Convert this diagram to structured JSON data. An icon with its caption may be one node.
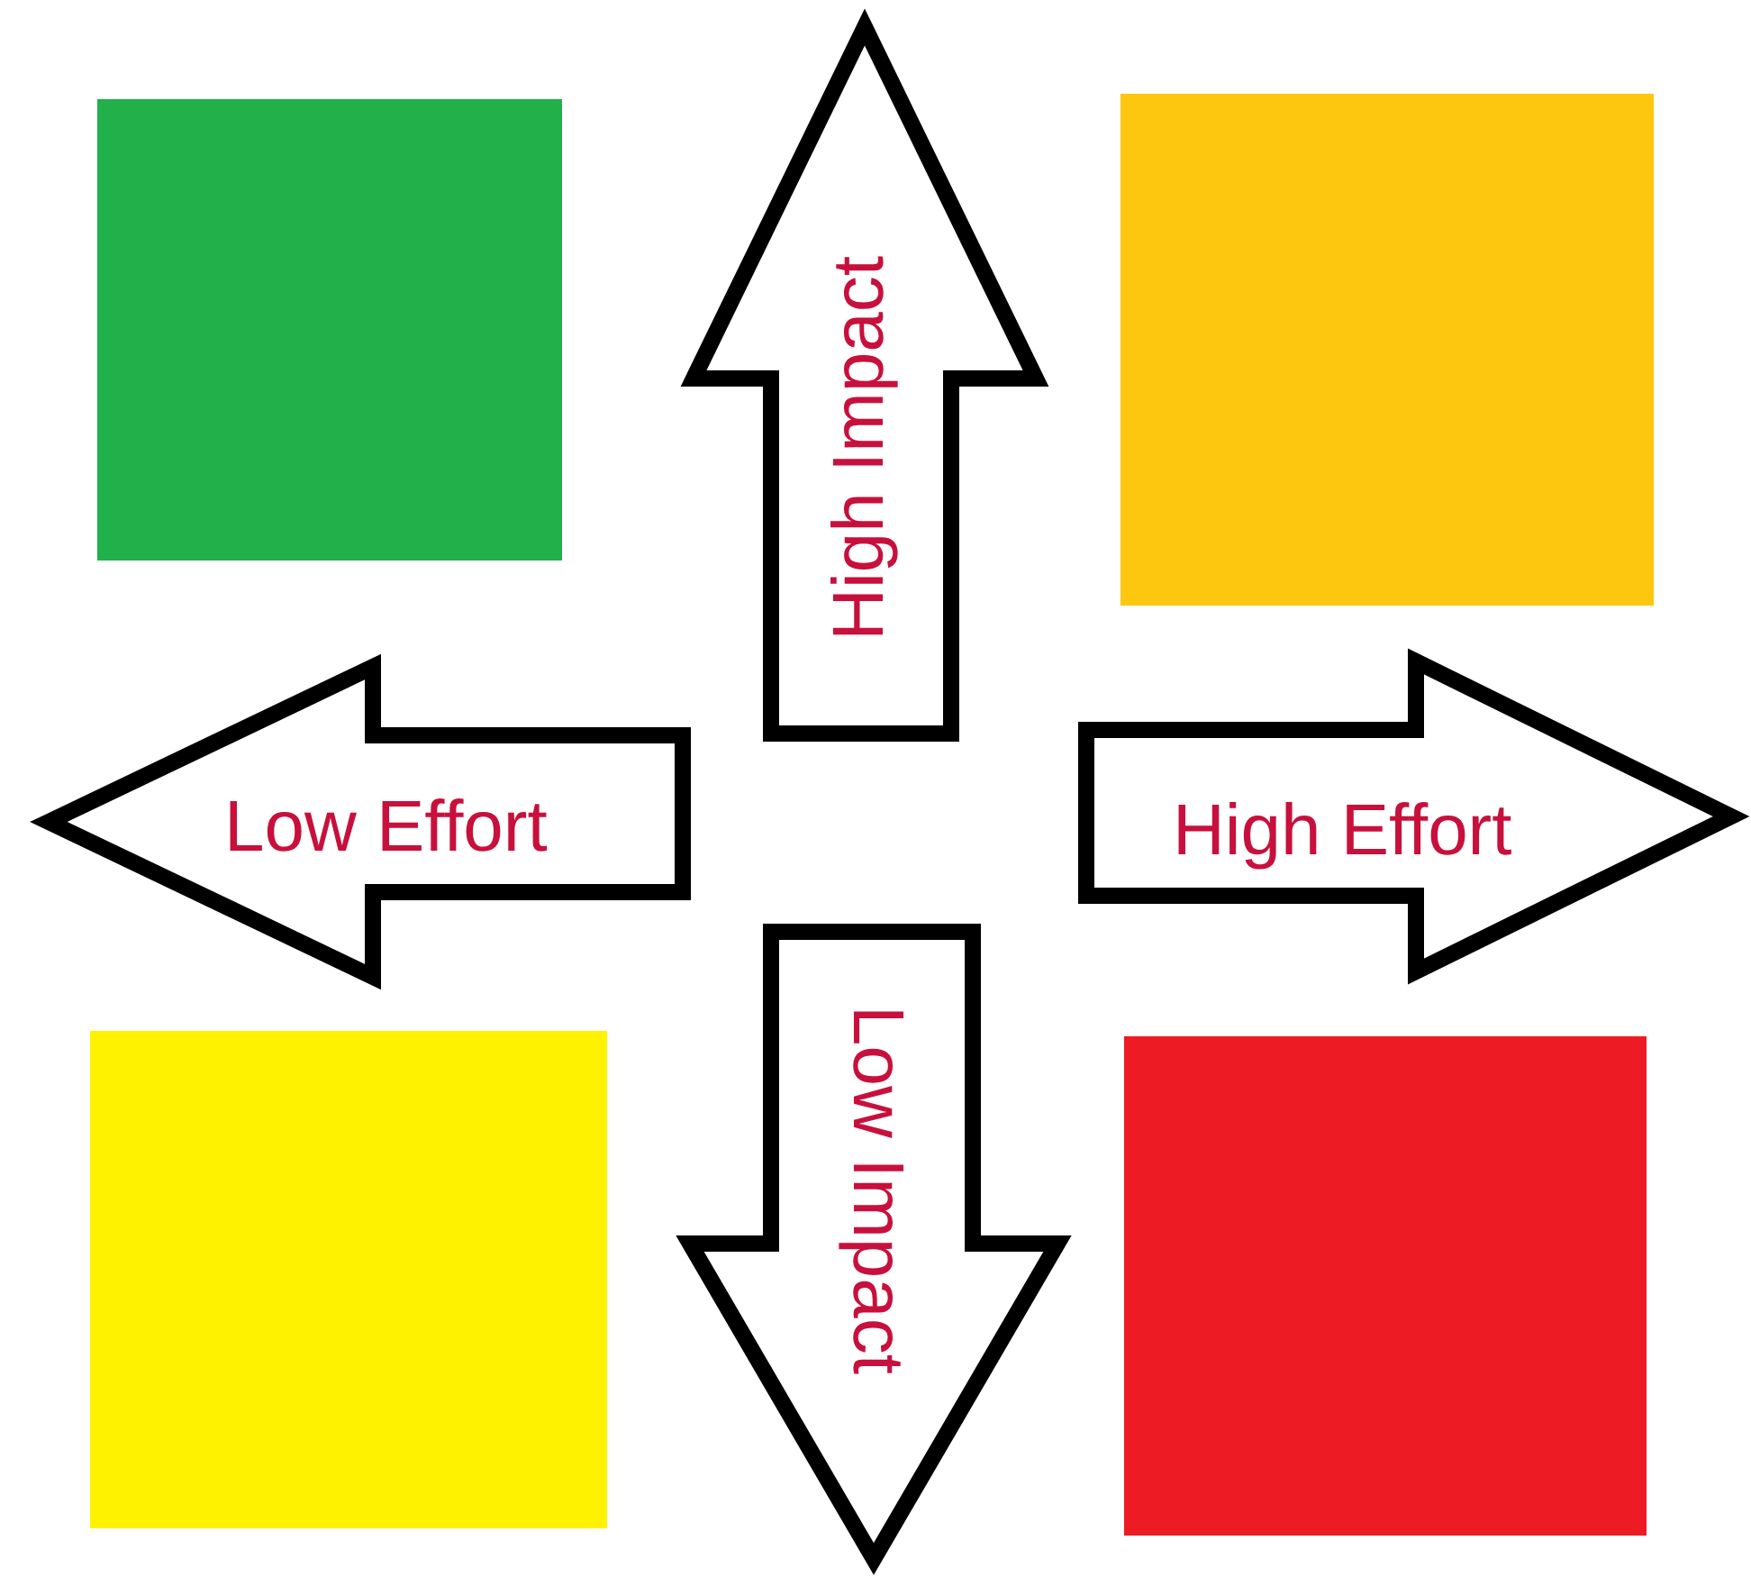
{
  "diagram": {
    "nodes": [
      {
        "text": [],
        "shape": "box"
      },
      {
        "text": [
          "High Impact"
        ]
      },
      {
        "text": [],
        "shape": "box"
      },
      {
        "text": [
          "Low Effort"
        ]
      },
      {
        "text": [
          "High Effort"
        ]
      },
      {
        "text": [
          "Low Impact"
        ]
      },
      {
        "text": [],
        "shape": "box"
      },
      {
        "text": [],
        "shape": "box"
      }
    ],
    "edges": []
  }
}
